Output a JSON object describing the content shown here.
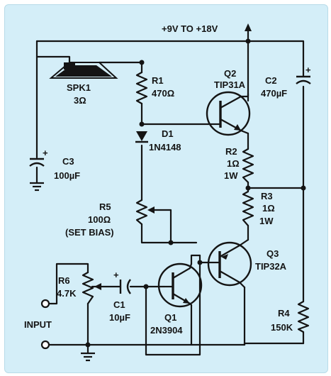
{
  "supply": {
    "label": "+9V TO +18V"
  },
  "components": {
    "spk1": {
      "name": "SPK1",
      "value": "3Ω"
    },
    "r1": {
      "name": "R1",
      "value": "470Ω"
    },
    "q2": {
      "name": "Q2",
      "value": "TIP31A"
    },
    "c2": {
      "name": "C2",
      "value": "470µF"
    },
    "d1": {
      "name": "D1",
      "value": "1N4148"
    },
    "c3": {
      "name": "C3",
      "value": "100µF"
    },
    "r2": {
      "name": "R2",
      "value": "1Ω",
      "rating": "1W"
    },
    "r3": {
      "name": "R3",
      "value": "1Ω",
      "rating": "1W"
    },
    "r5": {
      "name": "R5",
      "value": "100Ω",
      "note": "(SET BIAS)"
    },
    "q3": {
      "name": "Q3",
      "value": "TIP32A"
    },
    "r6": {
      "name": "R6",
      "value": "4.7K"
    },
    "c1": {
      "name": "C1",
      "value": "10µF"
    },
    "q1": {
      "name": "Q1",
      "value": "2N3904"
    },
    "r4": {
      "name": "R4",
      "value": "150K"
    }
  },
  "input": {
    "label": "INPUT"
  },
  "colors": {
    "background": "#d4eef8",
    "ink": "#141414"
  }
}
